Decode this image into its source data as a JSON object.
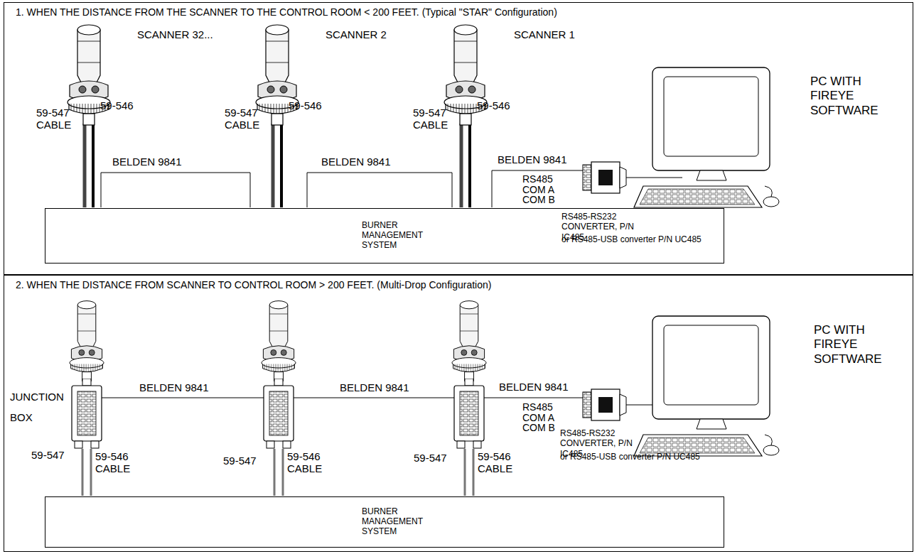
{
  "diagram": {
    "nodes": [
      {
        "text": [
          "1. WHEN THE DISTANCE FROM THE SCANNER TO THE CONTROL ROOM < 200 FEET. (Typical \"STAR\" Configuration)"
        ]
      },
      {
        "text": [
          "BURNER MANAGEMENT SYSTEM"
        ],
        "in": 0
      },
      {
        "text": [
          "2. WHEN THE DISTANCE FROM SCANNER TO CONTROL ROOM > 200 FEET. (Multi-Drop Configuration)"
        ]
      },
      {
        "text": [
          "BURNER MANAGEMENT SYSTEM"
        ],
        "in": 2
      }
    ],
    "labels": [
      "SCANNER 32...",
      "SCANNER 2",
      "SCANNER 1",
      "59-547 CABLE",
      "59-546",
      "59-547 CABLE",
      "59-546",
      "59-547 CABLE",
      "59-546",
      "BELDEN 9841",
      "BELDEN 9841",
      "BELDEN 9841",
      "RS485 COM A COM B",
      "RS485-RS232 CONVERTER, P/N IC485",
      "or RS485-USB converter P/N UC485",
      "PC WITH FIREYE SOFTWARE",
      "JUNCTION BOX",
      "BELDEN 9841",
      "BELDEN 9841",
      "BELDEN 9841",
      "RS485 COM A COM B",
      "RS485-RS232 CONVERTER, P/N IC485",
      "or RS485-USB converter P/N UC485",
      "PC WITH FIREYE SOFTWARE",
      "59-547",
      "59-546 CABLE",
      "59-547",
      "59-546 CABLE",
      "59-547",
      "59-546 CABLE"
    ]
  }
}
